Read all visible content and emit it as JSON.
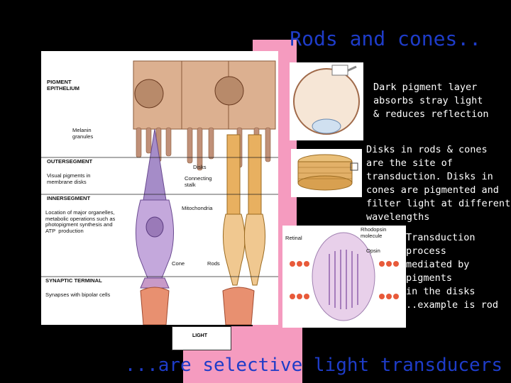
{
  "title": "Rods and cones..",
  "bottom_caption": "...are selective light transducers",
  "notes": {
    "pigment_layer": [
      "Dark pigment layer",
      "absorbs stray light",
      "& reduces reflection"
    ],
    "disks": [
      "Disks in rods & cones",
      "are the site of",
      "transduction. Disks in",
      "cones are pigmented and",
      "filter light at different",
      "wavelengths"
    ],
    "transduction": [
      "Transduction",
      "process",
      "mediated by",
      "pigments",
      "in the disks",
      "..example is rod"
    ]
  },
  "diagram": {
    "pigment_epithelium": "PIGMENT\nEPITHELIUM",
    "melanin_granules": "Melanin\ngranules",
    "outer_segment": "OUTERSEGMENT",
    "visual_pigments": "Visual pigments in\nmembrane disks",
    "inner_segment": "INNERSEGMENT",
    "location_organelles": "Location of major organelles,\nmetabolic operations such as\nphotopigment synthesis and\nATP  production",
    "synaptic_terminal": "SYNAPTIC TERMINAL",
    "synapses": "Synapses  with bipolar cells",
    "disks": "Disks",
    "connecting_stalk": "Connecting\nstalk",
    "mitochondria": "Mitochondria",
    "cone": "Cone",
    "rod": "Rods",
    "light": "LIGHT"
  },
  "rhodopsin_inset": {
    "retinal": "Retinal",
    "rhodopsin_molecule": "Rhodopsin\nmolecule",
    "opsin": "Opsin"
  },
  "colors": {
    "title_blue": "#1e3cc8",
    "pink": "#f59bbf",
    "cone_purple": "#b69ad0",
    "rod_orange": "#e8b264",
    "epithelium_tan": "#d8a888"
  }
}
